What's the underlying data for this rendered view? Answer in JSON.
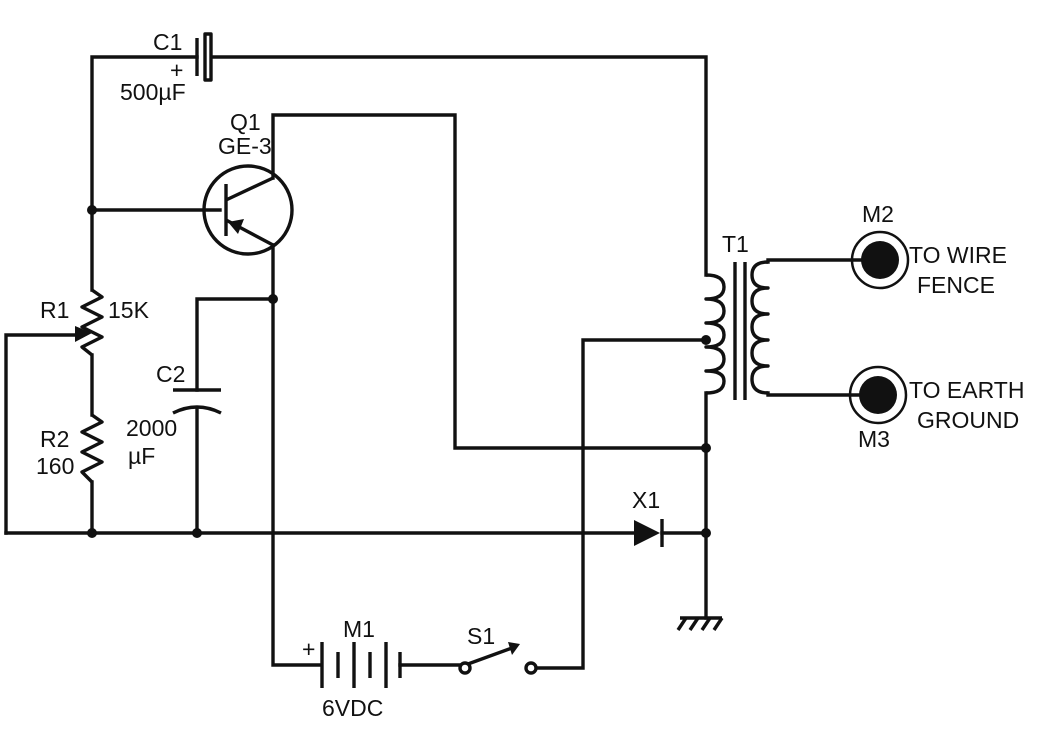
{
  "components": {
    "c1": {
      "ref": "C1",
      "polarity": "+",
      "value": "500µF"
    },
    "q1": {
      "ref": "Q1",
      "model": "GE-3"
    },
    "r1": {
      "ref": "R1",
      "value": "15K"
    },
    "r2": {
      "ref": "R2",
      "value": "160"
    },
    "c2": {
      "ref": "C2",
      "value_line1": "2000",
      "value_line2": "µF"
    },
    "t1": {
      "ref": "T1"
    },
    "x1": {
      "ref": "X1"
    },
    "m1": {
      "ref": "M1",
      "polarity": "+",
      "value": "6VDC"
    },
    "s1": {
      "ref": "S1"
    },
    "m2": {
      "ref": "M2",
      "note_line1": "TO WIRE",
      "note_line2": "FENCE"
    },
    "m3": {
      "ref": "M3",
      "note_line1": "TO EARTH",
      "note_line2": "GROUND"
    }
  }
}
